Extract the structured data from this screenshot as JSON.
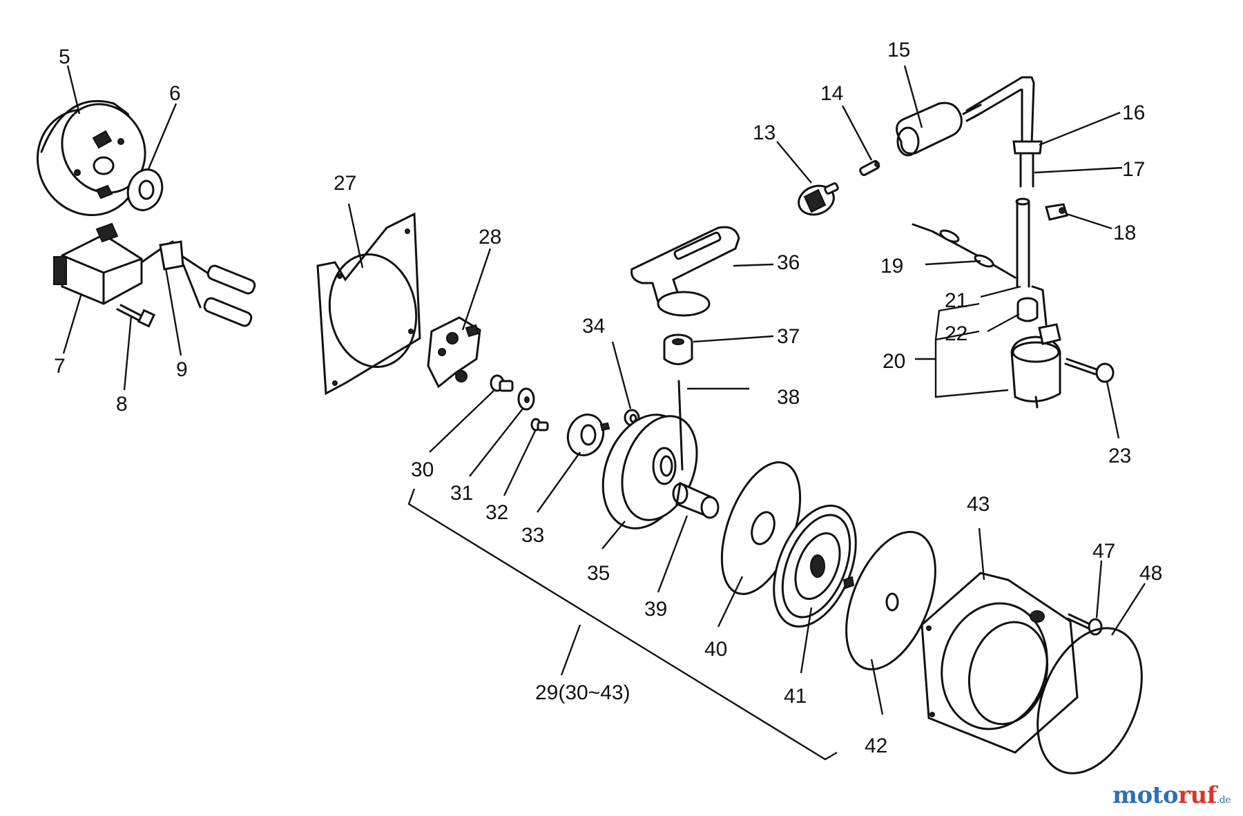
{
  "labels": {
    "l5": "5",
    "l6": "6",
    "l7": "7",
    "l8": "8",
    "l9": "9",
    "l13": "13",
    "l14": "14",
    "l15": "15",
    "l16": "16",
    "l17": "17",
    "l18": "18",
    "l19": "19",
    "l20": "20",
    "l21": "21",
    "l22": "22",
    "l23": "23",
    "l27": "27",
    "l28": "28",
    "l29": "29(30~43)",
    "l30": "30",
    "l31": "31",
    "l32": "32",
    "l33": "33",
    "l34": "34",
    "l35": "35",
    "l36": "36",
    "l37": "37",
    "l38": "38",
    "l39": "39",
    "l40": "40",
    "l41": "41",
    "l42": "42",
    "l43": "43",
    "l47": "47",
    "l48": "48"
  },
  "watermark": {
    "part1": "moto",
    "part2": "ruf",
    "part3": ".de"
  },
  "colors": {
    "line": "#111111",
    "watermark_blue": "#2d6fb4",
    "watermark_red": "#d9342b"
  }
}
